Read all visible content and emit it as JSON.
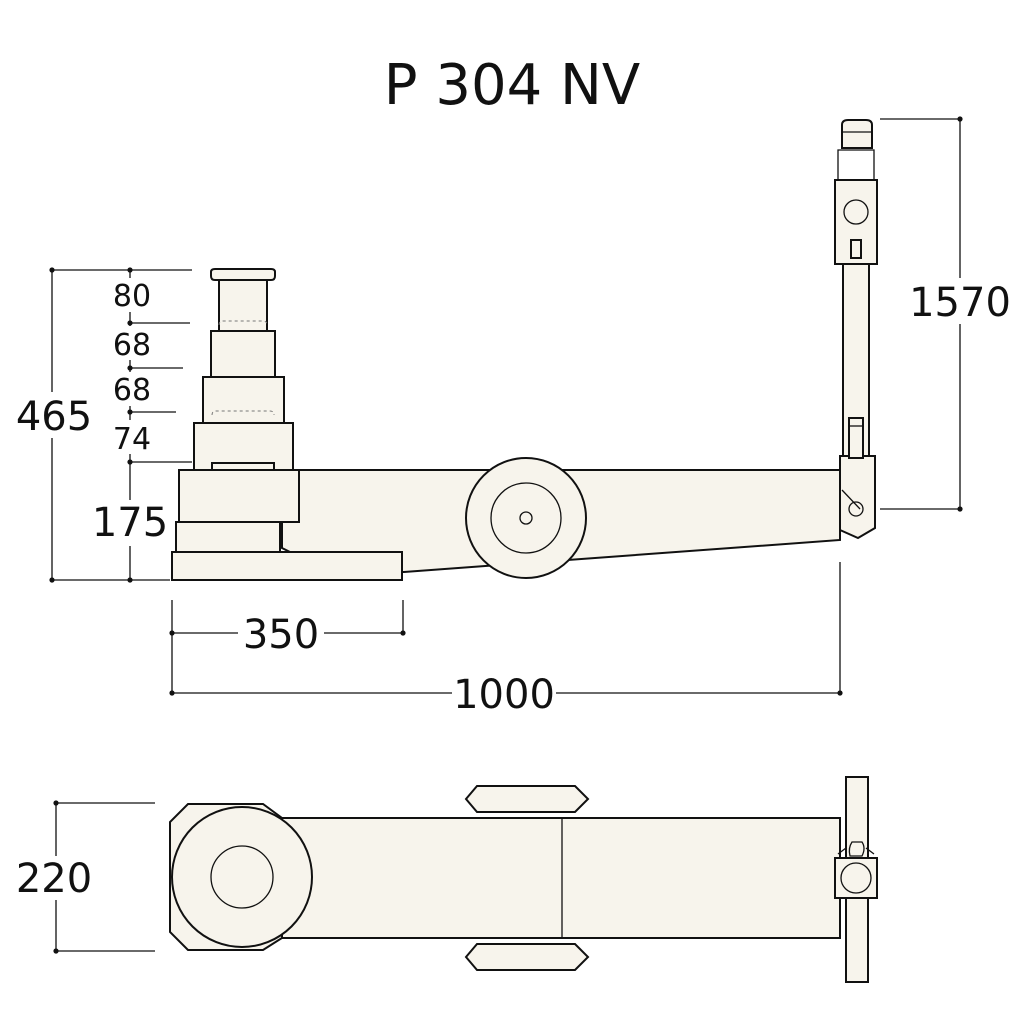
{
  "title": "P 304 NV",
  "side_view": {
    "dimensions": {
      "stage1": "80",
      "stage2": "68",
      "stage3": "68",
      "stage4": "74",
      "total_height": "465",
      "base_height": "175",
      "base_length": "350",
      "total_length": "1000",
      "handle_height": "1570"
    }
  },
  "top_view": {
    "dimensions": {
      "width": "220"
    }
  },
  "colors": {
    "line": "#111111",
    "fill": "#f7f4ec"
  }
}
